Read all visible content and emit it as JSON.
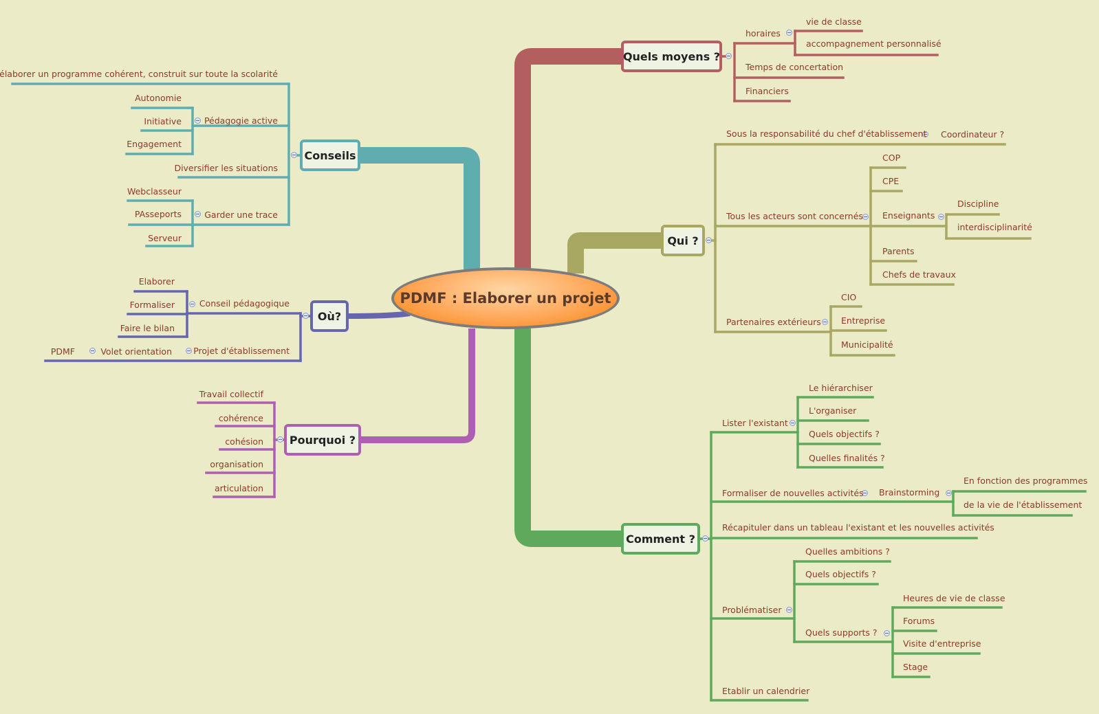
{
  "central": "PDMF : Elaborer un projet",
  "colors": {
    "background": "#ebebc8",
    "text": "#8b3a28",
    "quels_moyens": "#b45f5f",
    "qui": "#a8a862",
    "comment": "#5fa95d",
    "conseils": "#5fadaf",
    "ou": "#6566ae",
    "pourquoi": "#ad60b1",
    "central_fill": "#ff9a3a"
  },
  "branches": {
    "quels_moyens": {
      "title": "Quels moyens ?",
      "items": {
        "horaires": "horaires",
        "vie_de_classe": "vie de classe",
        "accompagnement": "accompagnement personnalisé",
        "temps": "Temps de concertation",
        "financiers": "Financiers"
      }
    },
    "qui": {
      "title": "Qui ?",
      "items": {
        "sous_resp": "Sous la responsabilité du chef d'établissement",
        "coordinateur": "Coordinateur ?",
        "tous_acteurs": "Tous les acteurs sont concernés",
        "cop": "COP",
        "cpe": "CPE",
        "enseignants": "Enseignants",
        "discipline": "Discipline",
        "interdisciplinarite": "interdisciplinarité",
        "parents": "Parents",
        "chefs": "Chefs de travaux",
        "partenaires": "Partenaires extérieurs",
        "cio": "CIO",
        "entreprise": "Entreprise",
        "municipalite": "Municipalité"
      }
    },
    "comment": {
      "title": "Comment ?",
      "items": {
        "lister": "Lister l'existant",
        "hierarchiser": "Le hiérarchiser",
        "organiser": "L'organiser",
        "quels_objectifs_1": "Quels objectifs ?",
        "quelles_finalites": "Quelles finalités ?",
        "formaliser": "Formaliser de nouvelles activités",
        "brainstorming": "Brainstorming",
        "en_fonction": "En fonction des programmes",
        "vie_etab": "de la vie de l'établissement",
        "recapituler": "Récapituler dans un tableau l'existant et les nouvelles activités",
        "problematiser": "Problématiser",
        "ambitions": "Quelles ambitions ?",
        "quels_objectifs_2": "Quels objectifs ?",
        "supports": "Quels supports ?",
        "heures": "Heures de vie de classe",
        "forums": "Forums",
        "visite": "Visite d'entreprise",
        "stage": "Stage",
        "calendrier": "Etablir un calendrier"
      }
    },
    "conseils": {
      "title": "Conseils",
      "items": {
        "elaborer_prog": "élaborer un programme cohérent, construit sur toute la scolarité",
        "pedagogie": "Pédagogie active",
        "autonomie": "Autonomie",
        "initiative": "Initiative",
        "engagement": "Engagement",
        "diversifier": "Diversifier les situations",
        "trace": "Garder une trace",
        "webclasseur": "Webclasseur",
        "passeports": "PAsseports",
        "serveur": "Serveur"
      }
    },
    "ou": {
      "title": "Où?",
      "items": {
        "conseil_ped": "Conseil pédagogique",
        "elaborer": "Elaborer",
        "formaliser": "Formaliser",
        "bilan": "Faire le bilan",
        "projet_etab": "Projet d'établissement",
        "volet": "Volet orientation",
        "pdmf": "PDMF"
      }
    },
    "pourquoi": {
      "title": "Pourquoi ?",
      "items": {
        "travail": "Travail collectif",
        "coherence": "cohérence",
        "cohesion": "cohésion",
        "organisation": "organisation",
        "articulation": "articulation"
      }
    }
  }
}
